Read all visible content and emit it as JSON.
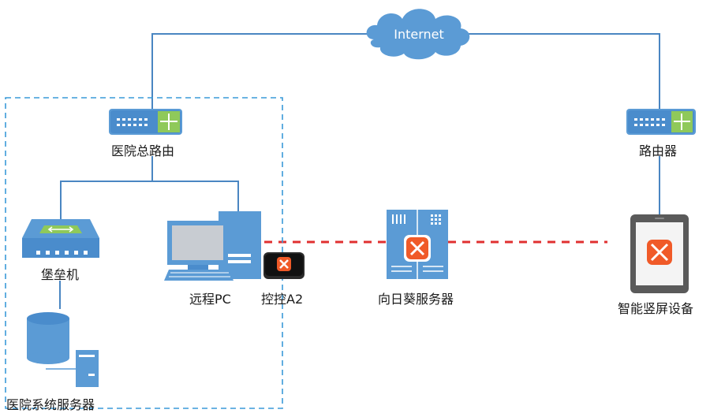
{
  "diagram": {
    "cloud_label": "Internet",
    "hospital_router_label": "医院总路由",
    "router_label": "路由器",
    "bastion_label": "堡垒机",
    "remote_pc_label": "远程PC",
    "kongkong_label": "控控A2",
    "sunlogin_server_label": "向日葵服务器",
    "smart_screen_label": "智能竖屏设备",
    "hospital_system_server_label": "医院系统服务器"
  },
  "colors": {
    "line_blue": "#4a86c2",
    "device_blue": "#5b9bd5",
    "device_dark": "#2f6fa8",
    "cloud_blue": "#5b9bd5",
    "dashed_box": "#3a9ad9",
    "red_dash": "#e03030",
    "brand_orange": "#f05a28",
    "screen_gray": "#c8ccd2"
  },
  "icons": {
    "cloud": "cloud-icon",
    "router": "router-icon",
    "bastion": "bastion-host-icon",
    "pc": "desktop-pc-icon",
    "box": "control-box-icon",
    "server": "server-icon",
    "tablet": "tablet-icon",
    "database": "database-icon",
    "logo": "sunlogin-logo-icon"
  }
}
